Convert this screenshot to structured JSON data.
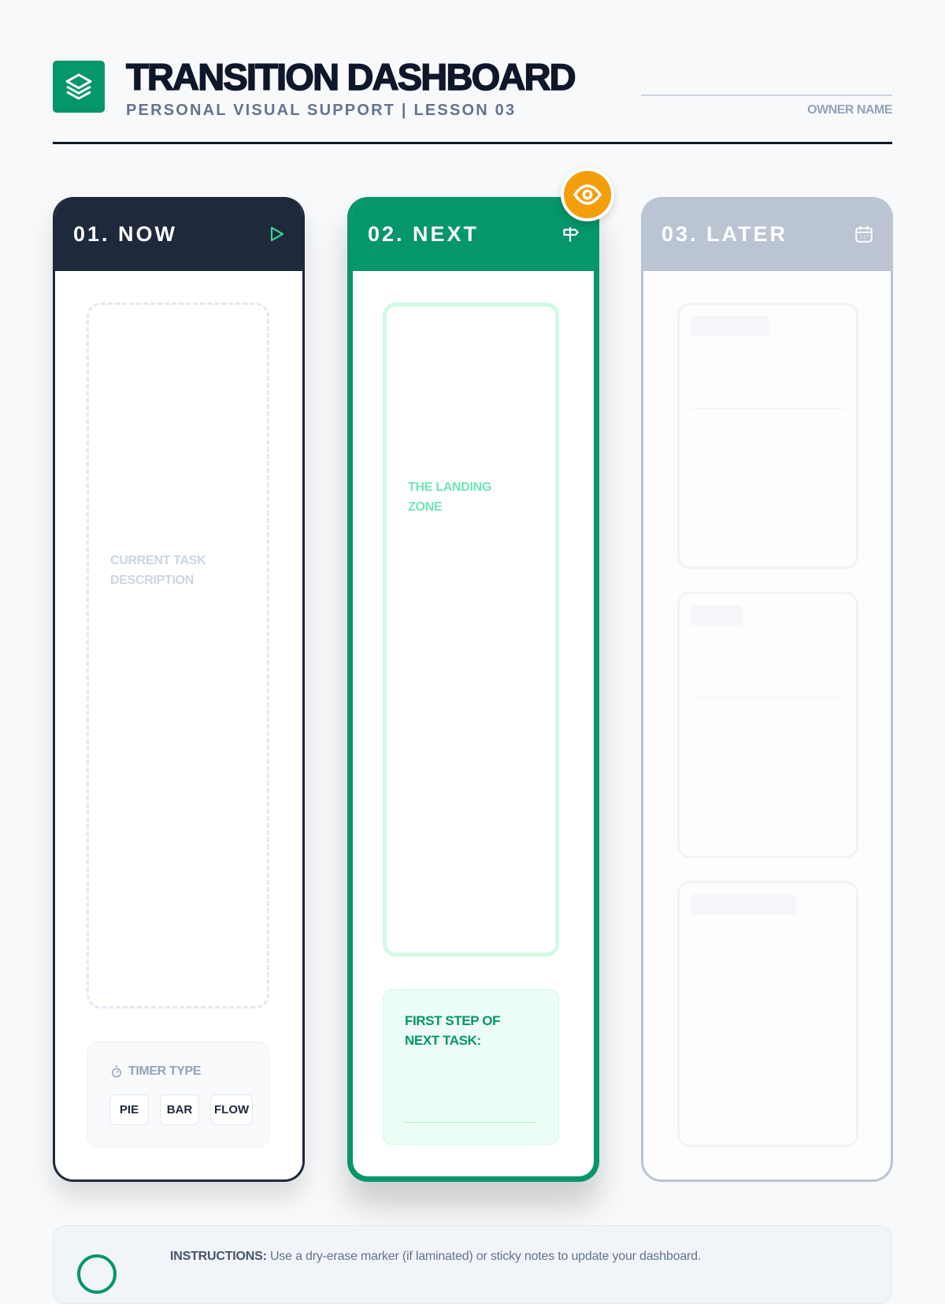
{
  "header": {
    "title": "TRANSITION DASHBOARD",
    "subtitle": "PERSONAL VISUAL SUPPORT | LESSON 03",
    "owner_label": "OWNER NAME",
    "logo_icon": "layers-icon"
  },
  "columns": [
    {
      "title": "01. NOW",
      "icon": "play-icon",
      "placeholder": "CURRENT TASK DESCRIPTION",
      "timer": {
        "label": "TIMER TYPE",
        "options": [
          "PIE",
          "BAR",
          "FLOW"
        ]
      }
    },
    {
      "title": "02. NEXT",
      "icon": "signpost-icon",
      "badge_icon": "eye-icon",
      "landing": "THE LANDING ZONE",
      "first_step": "FIRST STEP OF NEXT TASK:"
    },
    {
      "title": "03. LATER",
      "icon": "calendar-icon"
    }
  ],
  "instructions": {
    "label": "INSTRUCTIONS:",
    "text": " Use a dry-erase marker (if laminated) or sticky notes to update your dashboard."
  },
  "colors": {
    "dark": "#1e293b",
    "green": "#059669",
    "gray": "#bac4d3",
    "amber": "#f59e0b"
  }
}
